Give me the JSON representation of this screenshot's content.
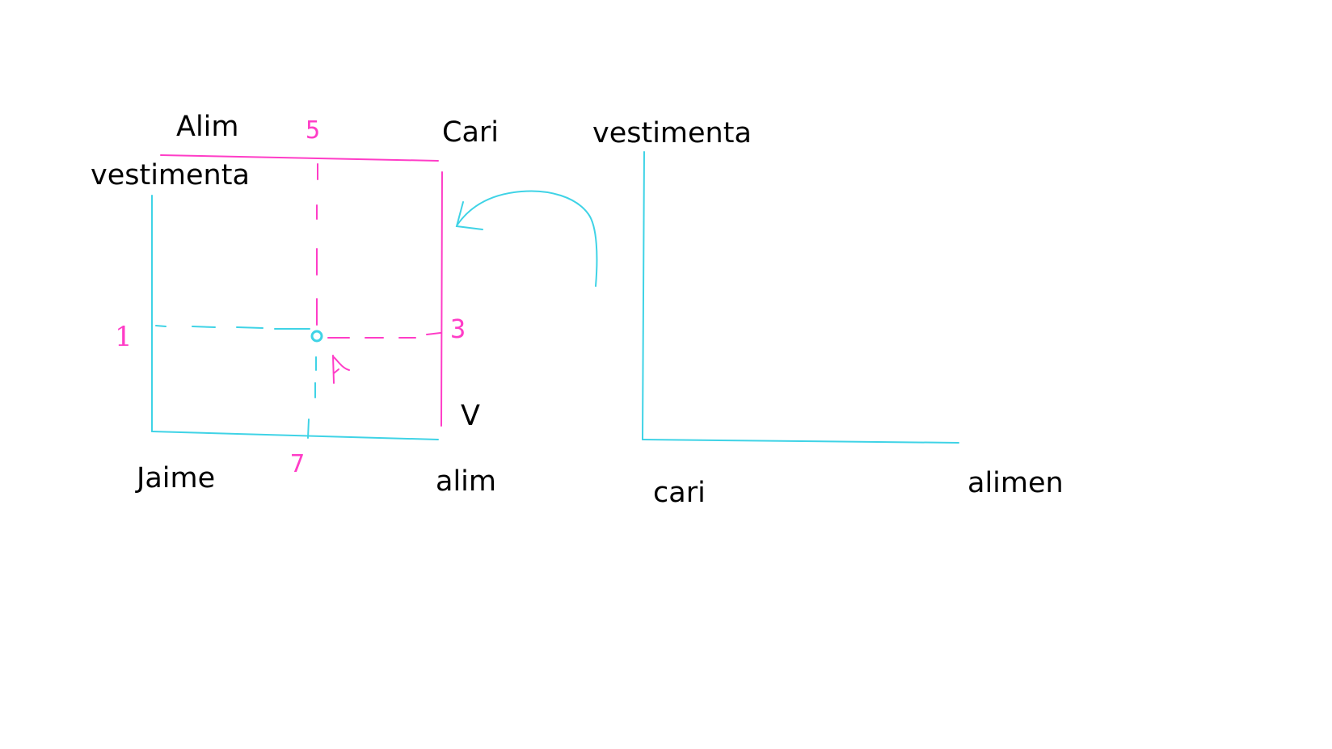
{
  "colors": {
    "background": "#ffffff",
    "text": "#000000",
    "cyan_ink": "#3fd3e6",
    "magenta_ink": "#ff3dc7"
  },
  "left_diagram": {
    "labels": {
      "top_left_alim": "Alim",
      "top_left_vestimenta": "vestimenta",
      "top_right_cari": "Cari",
      "origin_jaime": "Jaime",
      "bottom_right_alim": "alim",
      "right_v": "V"
    },
    "handwritten_ticks": {
      "top_five": "5",
      "left_one": "1",
      "right_three": "3",
      "bottom_seven": "7"
    }
  },
  "right_diagram": {
    "labels": {
      "y_axis_vestimenta": "vestimenta",
      "origin_cari": "cari",
      "x_axis_alimen": "alimen"
    }
  }
}
